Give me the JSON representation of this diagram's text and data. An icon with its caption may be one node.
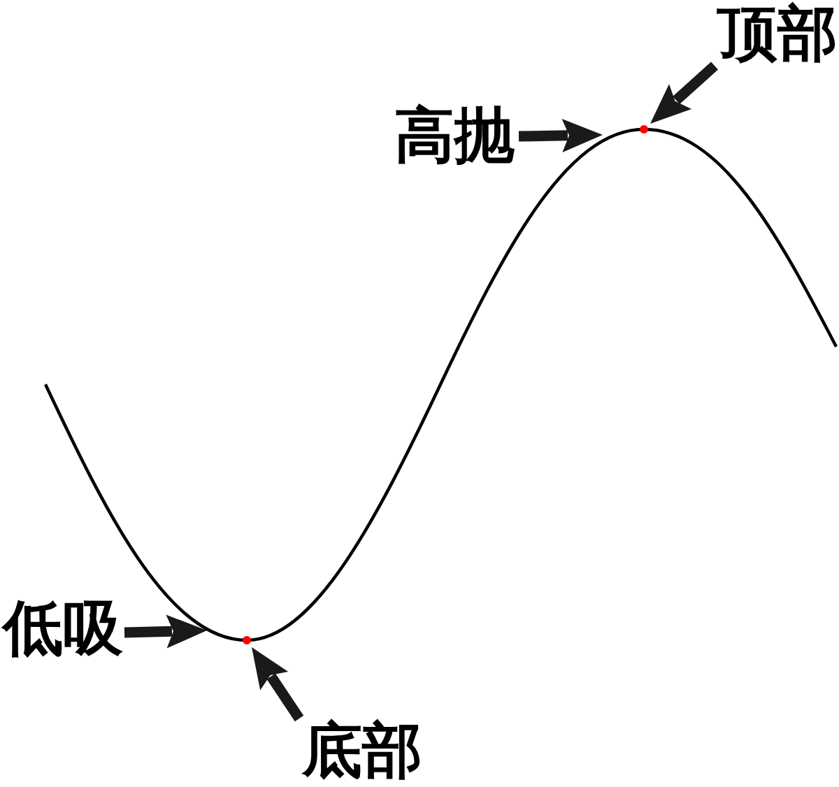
{
  "diagram": {
    "nodes": [
      {
        "text": [
          "顶部"
        ]
      },
      {
        "text": [
          "高抛"
        ]
      },
      {
        "text": [],
        "shape": "circle"
      },
      {
        "text": [
          "低吸"
        ]
      },
      {
        "text": [],
        "shape": "circle"
      },
      {
        "text": [
          "底部"
        ]
      }
    ],
    "edges": [
      {
        "from": 0,
        "to": 2,
        "arrow": "to"
      },
      {
        "from": 1,
        "to": 2,
        "arrow": "to"
      },
      {
        "from": 3,
        "to": 4,
        "arrow": "to"
      },
      {
        "from": 5,
        "to": 4,
        "arrow": "to"
      }
    ]
  }
}
